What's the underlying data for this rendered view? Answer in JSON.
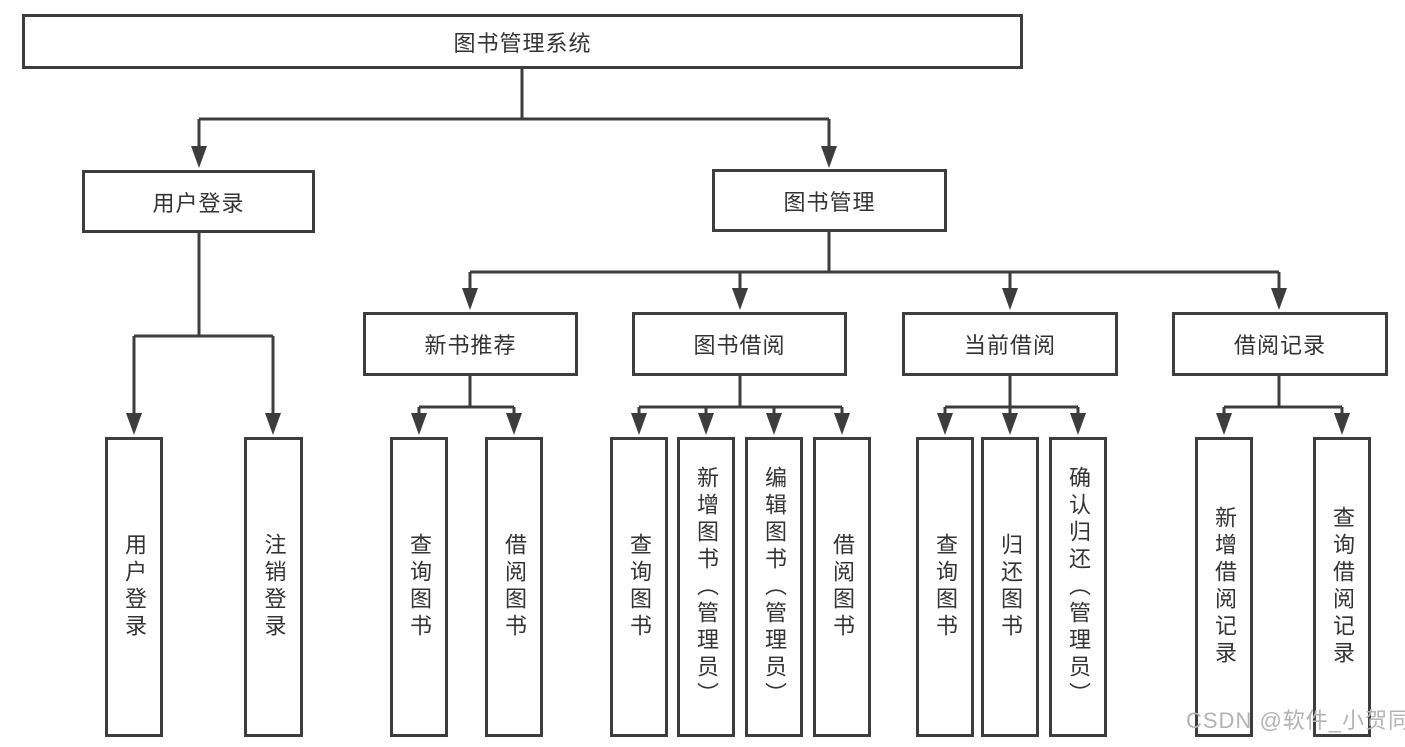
{
  "diagram": {
    "title_node": {
      "label": "图书管理系统"
    },
    "level2": [
      {
        "label": "用户登录",
        "children": [
          {
            "label": "用户登录"
          },
          {
            "label": "注销登录"
          }
        ]
      },
      {
        "label": "图书管理",
        "children": [
          {
            "label": "新书推荐",
            "children": [
              {
                "label": "查询图书"
              },
              {
                "label": "借阅图书"
              }
            ]
          },
          {
            "label": "图书借阅",
            "children": [
              {
                "label": "查询图书"
              },
              {
                "label": "新增图书（管理员）"
              },
              {
                "label": "编辑图书（管理员）"
              },
              {
                "label": "借阅图书"
              }
            ]
          },
          {
            "label": "当前借阅",
            "children": [
              {
                "label": "查询图书"
              },
              {
                "label": "归还图书"
              },
              {
                "label": "确认归还（管理员）"
              }
            ]
          },
          {
            "label": "借阅记录",
            "children": [
              {
                "label": "新增借阅记录"
              },
              {
                "label": "查询借阅记录"
              }
            ]
          }
        ]
      }
    ]
  },
  "watermark": {
    "text": "CSDN @软件_小贺同学"
  },
  "colors": {
    "line": "#3d3d3d",
    "text": "#333333",
    "watermark": "#b3b3b3",
    "background": "#ffffff"
  }
}
